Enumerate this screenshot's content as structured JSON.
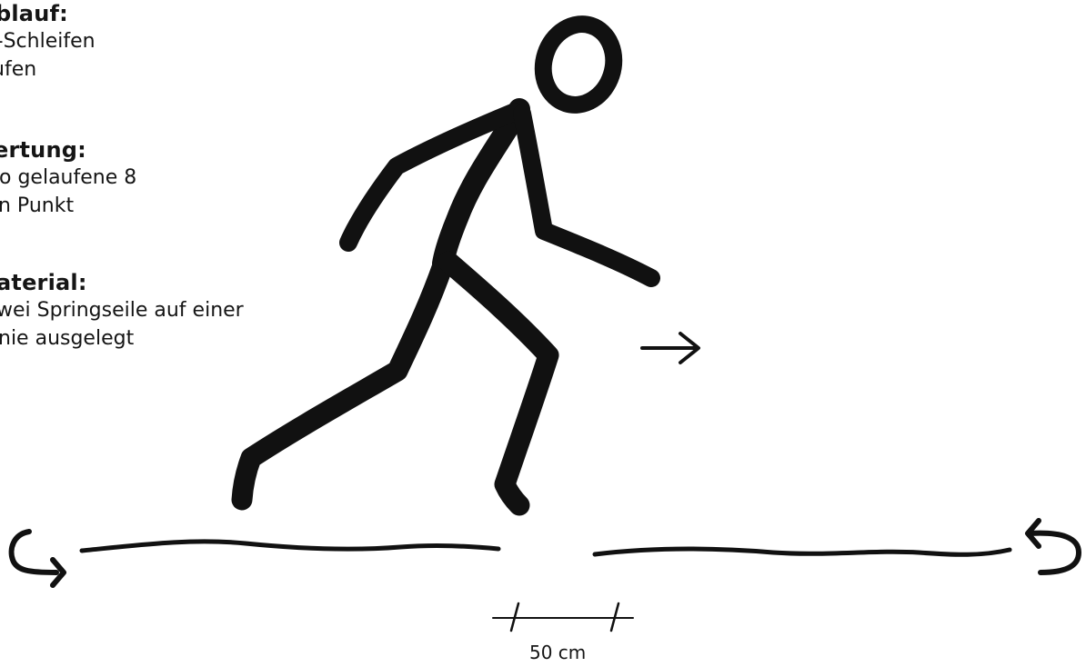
{
  "sections": {
    "ablauf": {
      "heading": "blauf:",
      "lines": [
        "r-Schleifen",
        "ufen"
      ]
    },
    "wertung": {
      "heading": "ertung:",
      "lines": [
        "o gelaufene 8",
        "n Punkt"
      ]
    },
    "material": {
      "heading": "aterial:",
      "lines": [
        "wei Springseile auf einer",
        "nie ausgelegt"
      ]
    }
  },
  "diagram": {
    "distance_label": "50 cm",
    "figure": "running-stick-figure",
    "direction_arrow": "arrow-right",
    "left_turn_arrow": "u-turn-arrow-left",
    "right_turn_arrow": "u-turn-arrow-right",
    "ink_color": "#111111"
  }
}
